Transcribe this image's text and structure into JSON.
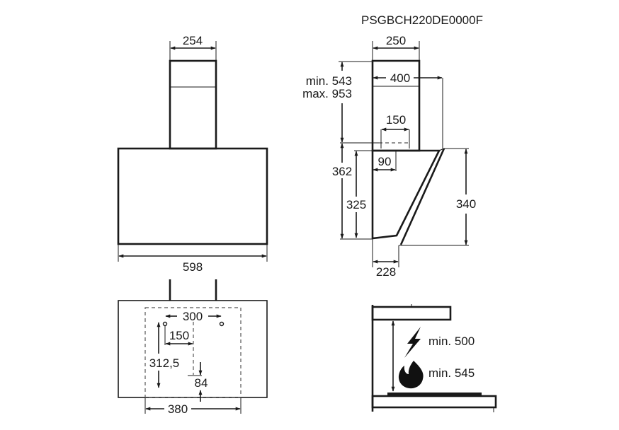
{
  "title": "PSGBCH220DE0000F",
  "front_view": {
    "chimney_width": "254",
    "hood_width": "598"
  },
  "side_view": {
    "chimney_depth": "250",
    "total_depth": "400",
    "chimney_height_min": "min. 543",
    "chimney_height_max": "max. 953",
    "outlet_diameter": "150",
    "outlet_offset": "90",
    "hood_height_total": "362",
    "hood_height_body": "325",
    "glass_height": "340",
    "bottom_depth": "228"
  },
  "mounting_view": {
    "hole_spacing": "300",
    "hole_offset": "150",
    "hole_height": "312,5",
    "bottom_offset": "84",
    "bracket_width": "380"
  },
  "clearance_view": {
    "electric_label": "min. 500",
    "gas_label": "min. 545",
    "icons": [
      "lightning-icon",
      "flame-icon"
    ]
  }
}
